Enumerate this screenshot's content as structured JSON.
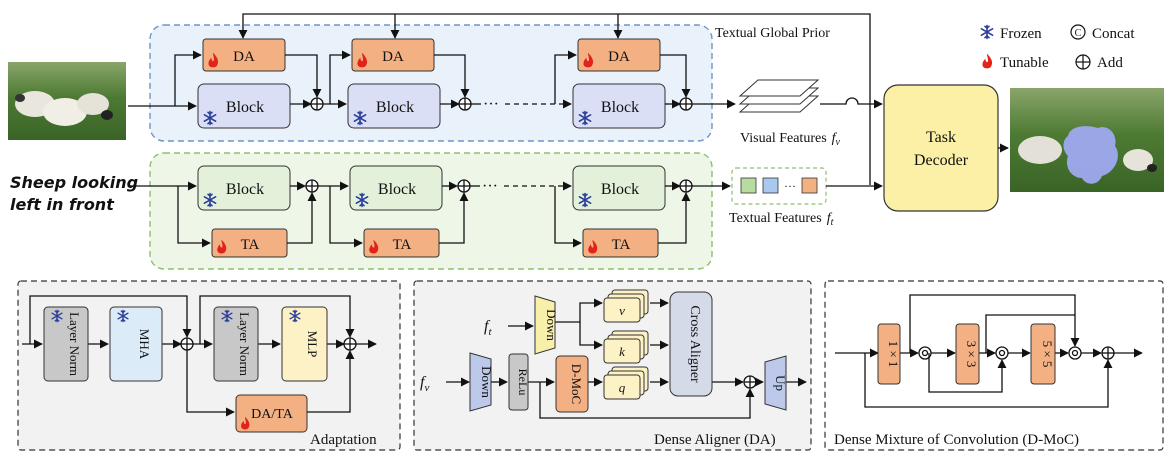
{
  "legend": {
    "frozen": "Frozen",
    "concat": "Concat",
    "tunable": "Tunable",
    "add": "Add"
  },
  "top_branch": {
    "da_label": "DA",
    "block_label": "Block",
    "ellipsis": "···",
    "global_prior": "Textual Global Prior",
    "visual_features": "Visual Features",
    "visual_symbol": "f",
    "visual_sub": "v"
  },
  "text_branch": {
    "ta_label": "TA",
    "block_label": "Block",
    "ellipsis": "···",
    "input_line1": "Sheep looking",
    "input_line2": "left in front",
    "textual_features": "Textual Features",
    "textual_symbol": "f",
    "textual_sub": "t"
  },
  "decoder": {
    "line1": "Task",
    "line2": "Decoder"
  },
  "adaptation": {
    "caption": "Adaptation",
    "layer_norm_1": "Layer Norm",
    "mha": "MHA",
    "layer_norm_2": "Layer Norm",
    "mlp": "MLP",
    "da_ta": "DA/TA"
  },
  "dense_aligner": {
    "caption": "Dense Aligner (DA)",
    "ft_symbol": "f",
    "ft_sub": "t",
    "fv_symbol": "f",
    "fv_sub": "v",
    "down_top": "Down",
    "down_bottom": "Down",
    "relu": "ReLu",
    "dmoc": "D-MoC",
    "v": "v",
    "k": "k",
    "q": "q",
    "cross_aligner": "Cross Aligner",
    "up": "Up"
  },
  "dmoc": {
    "caption": "Dense Mixture of Convolution (D-MoC)",
    "conv1": "1 × 1",
    "conv3": "3 × 3",
    "conv5": "5 × 5"
  },
  "colors": {
    "da_fill": "#f3b183",
    "block_top_fill": "#dadff5",
    "block_text_fill": "#e3f1da",
    "decoder_fill": "#fbf0a6",
    "cross_aligner_fill": "#d5dae8",
    "down_fill": "#bcc9ea",
    "relu_fill": "#c8c8c8",
    "mha_fill": "#dcebf8",
    "mlp_fill": "#fcf2c6",
    "frozen_icon": "#2b3f9a",
    "tunable_icon": "#e2231a"
  }
}
